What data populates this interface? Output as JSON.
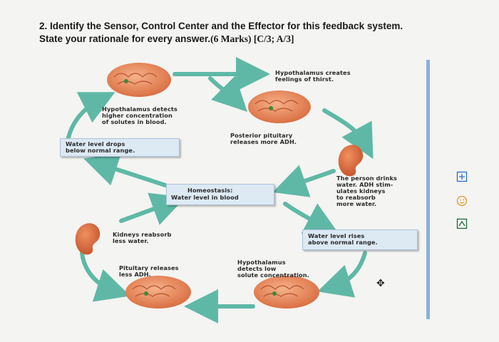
{
  "question": {
    "line1": "2. Identify the Sensor, Control Center and the Effector for this feedback system.",
    "line2_prefix": "State your rationale for every answer.",
    "line2_marks": "(6 Marks) [C/3; A/3]"
  },
  "diagram": {
    "hypothalamus_creates": "Hypothalamus creates\nfeelings of thirst.",
    "hypothalamus_detects_higher": "Hypothalamus detects\nhigher concentration\nof solutes in blood.",
    "water_level_drops": "Water level drops\nbelow normal range.",
    "posterior_pituitary": "Posterior pituitary\nreleases more ADH.",
    "person_drinks": "The person drinks\nwater. ADH stim-\nulates kidneys\nto reabsorb\nmore water.",
    "homeostasis_title": "Homeostasis:",
    "homeostasis_sub": "Water level in blood",
    "kidneys_reabsorb": "Kidneys reabsorb\nless water.",
    "water_level_rises": "Water level rises\nabove normal range.",
    "pituitary_releases": "Pituitary releases\nless ADH.",
    "hypothalamus_detects_low": "Hypothalamus\ndetects low\nsolute concentration."
  },
  "colors": {
    "arrow": "#5fb8a6",
    "brain": "#e8865a",
    "kidney": "#d9663c",
    "box_fill": "#dde9f3",
    "accent_bar": "#8db0d4"
  },
  "side_tools": {
    "icons": [
      "add-comment-icon",
      "emoji-icon",
      "feedback-icon"
    ]
  }
}
